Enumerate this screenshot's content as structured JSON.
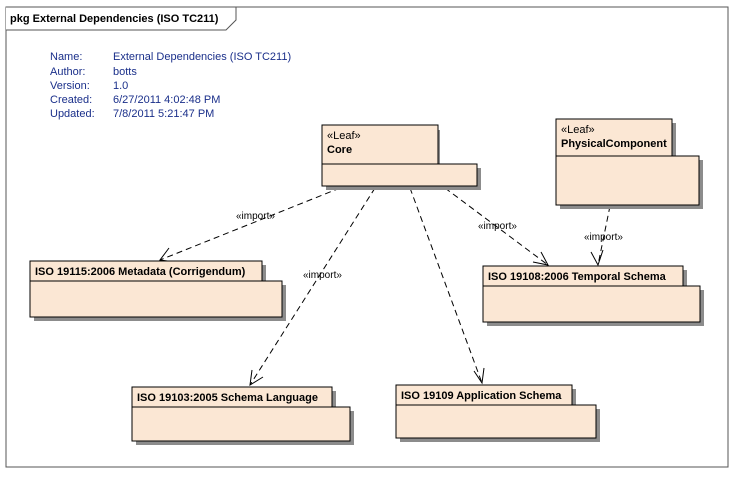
{
  "frame": {
    "title": "pkg External Dependencies (ISO TC211)"
  },
  "metadata": {
    "labels": [
      "Name:",
      "Author:",
      "Version:",
      "Created:",
      "Updated:"
    ],
    "values": [
      "External Dependencies (ISO TC211)",
      "botts",
      "1.0",
      "6/27/2011 4:02:48 PM",
      "7/8/2011 5:21:47 PM"
    ]
  },
  "packages": {
    "core": {
      "stereotype": "«Leaf»",
      "name": "Core"
    },
    "physical": {
      "stereotype": "«Leaf»",
      "name": "PhysicalComponent"
    },
    "metadata": {
      "name": "ISO 19115:2006 Metadata (Corrigendum)"
    },
    "temporal": {
      "name": "ISO 19108:2006 Temporal Schema"
    },
    "schema_language": {
      "name": "ISO 19103:2005 Schema Language"
    },
    "app_schema": {
      "name": "ISO 19109 Application Schema"
    }
  },
  "dependencies": {
    "import_label": "«import»"
  },
  "colors": {
    "package_fill": "#fbe7d4",
    "metadata_text": "#1a2f8a"
  }
}
